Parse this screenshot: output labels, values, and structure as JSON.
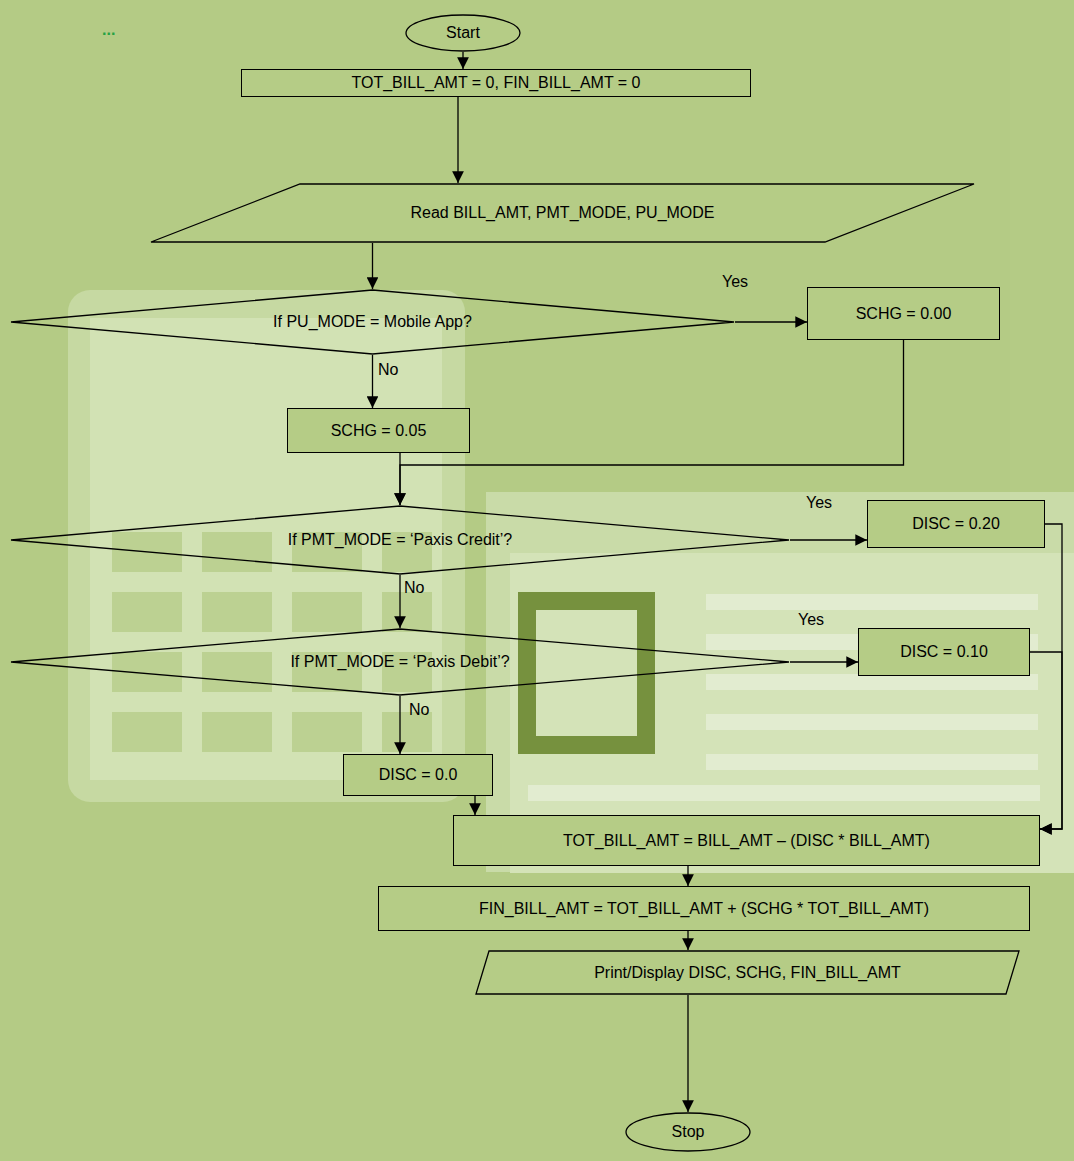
{
  "diagram": {
    "nodes": [
      {
        "text": [
          "Start"
        ]
      },
      {
        "text": [
          "TOT_BILL_AMT = 0, FIN_BILL_AMT = 0"
        ]
      },
      {
        "text": [
          "Read BILL_AMT, PMT_MODE, PU_MODE"
        ]
      },
      {
        "text": [
          "If PU_MODE = Mobile App?"
        ]
      },
      {
        "text": [
          "SCHG = 0.00"
        ]
      },
      {
        "text": [
          "SCHG = 0.05"
        ]
      },
      {
        "text": [
          "If PMT_MODE = ‘Paxis Credit’?"
        ]
      },
      {
        "text": [
          "DISC = 0.20"
        ]
      },
      {
        "text": [
          "If PMT_MODE = ‘Paxis Debit’?"
        ]
      },
      {
        "text": [
          "DISC = 0.10"
        ]
      },
      {
        "text": [
          "DISC = 0.0"
        ]
      },
      {
        "text": [
          "TOT_BILL_AMT = BILL_AMT – (DISC * BILL_AMT)"
        ]
      },
      {
        "text": [
          "FIN_BILL_AMT = TOT_BILL_AMT + (SCHG * TOT_BILL_AMT)"
        ]
      },
      {
        "text": [
          "Print/Display DISC, SCHG, FIN_BILL_AMT"
        ]
      },
      {
        "text": [
          "Stop"
        ]
      }
    ],
    "edges": [
      {
        "from": 0,
        "to": 1,
        "arrow": "to"
      },
      {
        "from": 1,
        "to": 2,
        "arrow": "to"
      },
      {
        "from": 2,
        "to": 3,
        "arrow": "to"
      },
      {
        "from": 3,
        "to": 4,
        "label": "Yes",
        "arrow": "to"
      },
      {
        "from": 3,
        "to": 5,
        "label": "No",
        "arrow": "to"
      },
      {
        "from": 4,
        "to": 6,
        "arrow": "to"
      },
      {
        "from": 5,
        "to": 6,
        "arrow": "to"
      },
      {
        "from": 6,
        "to": 7,
        "label": "Yes",
        "arrow": "to"
      },
      {
        "from": 6,
        "to": 8,
        "label": "No",
        "arrow": "to"
      },
      {
        "from": 8,
        "to": 9,
        "label": "Yes",
        "arrow": "to"
      },
      {
        "from": 8,
        "to": 10,
        "label": "No",
        "arrow": "to"
      },
      {
        "from": 7,
        "to": 11,
        "arrow": "to"
      },
      {
        "from": 9,
        "to": 11,
        "arrow": "to"
      },
      {
        "from": 10,
        "to": 11,
        "arrow": "to"
      },
      {
        "from": 11,
        "to": 12,
        "arrow": "to"
      },
      {
        "from": 12,
        "to": 13,
        "arrow": "to"
      },
      {
        "from": 13,
        "to": 14,
        "arrow": "to"
      }
    ],
    "labels": [
      "..."
    ]
  }
}
